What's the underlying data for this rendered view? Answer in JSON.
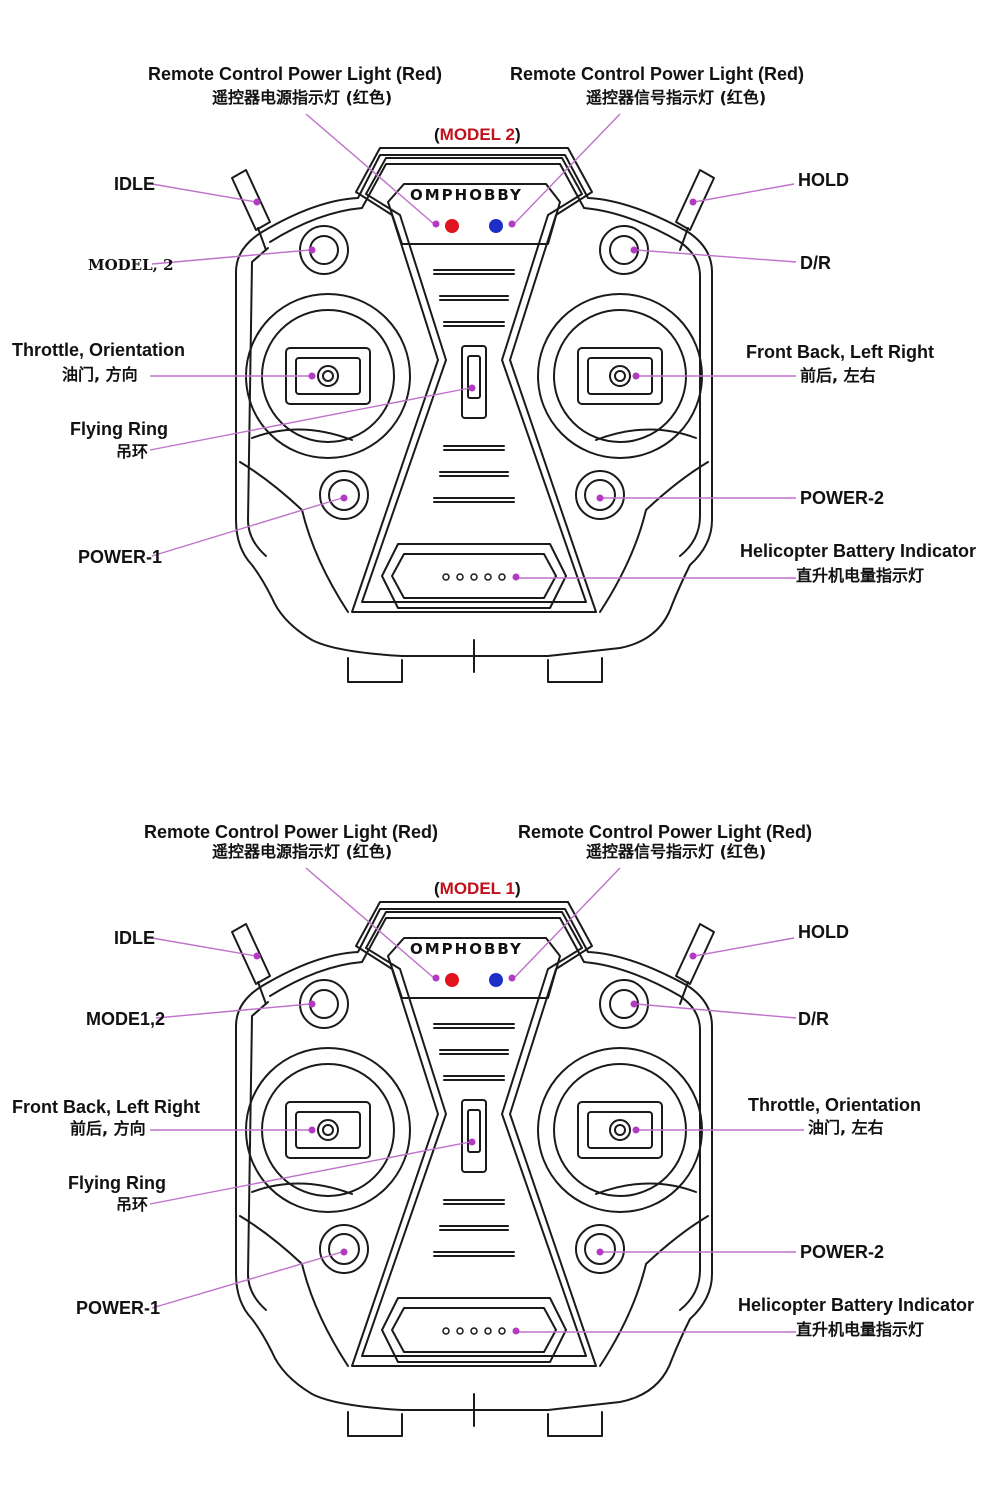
{
  "colors": {
    "accent": "#b23bc2",
    "red_led": "#e0141e",
    "blue_led": "#1e2fc8",
    "model_text": "#c0101a"
  },
  "panels": [
    {
      "model_label": "MODEL 2",
      "brand": "OMPHOBBY",
      "power_light_left": {
        "en": "Remote Control Power Light (Red)",
        "zh": "遥控器电源指示灯 (红色)"
      },
      "power_light_right": {
        "en": "Remote Control Power Light (Red)",
        "zh": "遥控器信号指示灯 (红色)"
      },
      "idle": "IDLE",
      "hold": "HOLD",
      "mode_switch": "MODEL, 2",
      "dr": "D/R",
      "left_stick": {
        "en": "Throttle, Orientation",
        "zh": "油门, 方向"
      },
      "right_stick": {
        "en": "Front Back, Left Right",
        "zh": "前后, 左右"
      },
      "flying_ring": {
        "en": "Flying Ring",
        "zh": "吊环"
      },
      "power1": "POWER-1",
      "power2": "POWER-2",
      "battery": {
        "en": "Helicopter Battery Indicator",
        "zh": "直升机电量指示灯"
      }
    },
    {
      "model_label": "MODEL 1",
      "brand": "OMPHOBBY",
      "power_light_left": {
        "en": "Remote Control Power Light (Red)",
        "zh": "遥控器电源指示灯 (红色)"
      },
      "power_light_right": {
        "en": "Remote Control Power Light (Red)",
        "zh": "遥控器信号指示灯 (红色)"
      },
      "idle": "IDLE",
      "hold": "HOLD",
      "mode_switch": "MODE1,2",
      "dr": "D/R",
      "left_stick": {
        "en": "Front Back, Left Right",
        "zh": "前后, 方向"
      },
      "right_stick": {
        "en": "Throttle, Orientation",
        "zh": "油门, 左右"
      },
      "flying_ring": {
        "en": "Flying Ring",
        "zh": "吊环"
      },
      "power1": "POWER-1",
      "power2": "POWER-2",
      "battery": {
        "en": "Helicopter Battery Indicator",
        "zh": "直升机电量指示灯"
      }
    }
  ]
}
